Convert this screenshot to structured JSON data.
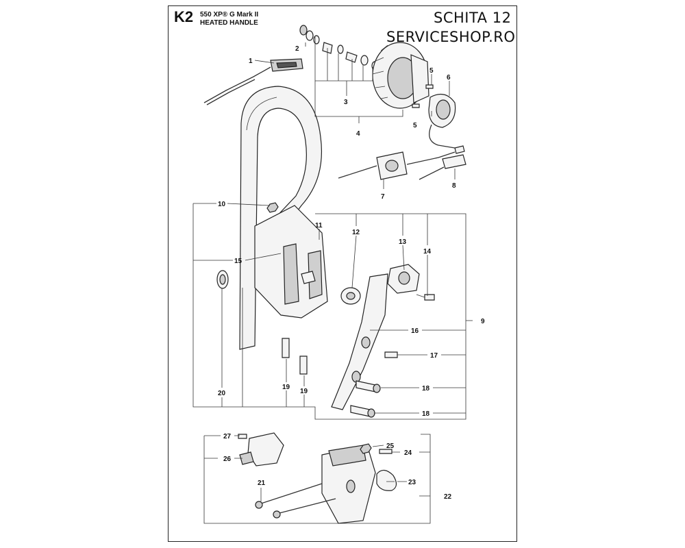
{
  "header": {
    "code": "K2",
    "model": "550 XP® G Mark II",
    "title": "HEATED HANDLE",
    "schita": "SCHITA 12",
    "shop": "SERVICESHOP.RO"
  },
  "callouts": {
    "c1": "1",
    "c2": "2",
    "c3": "3",
    "c4": "4",
    "c5a": "5",
    "c5b": "5",
    "c6": "6",
    "c7": "7",
    "c8": "8",
    "c9": "9",
    "c10": "10",
    "c11": "11",
    "c12": "12",
    "c13": "13",
    "c14": "14",
    "c15": "15",
    "c16": "16",
    "c17": "17",
    "c18a": "18",
    "c18b": "18",
    "c19a": "19",
    "c19b": "19",
    "c20": "20",
    "c21": "21",
    "c22": "22",
    "c23": "23",
    "c24": "24",
    "c25": "25",
    "c26": "26",
    "c27": "27"
  }
}
